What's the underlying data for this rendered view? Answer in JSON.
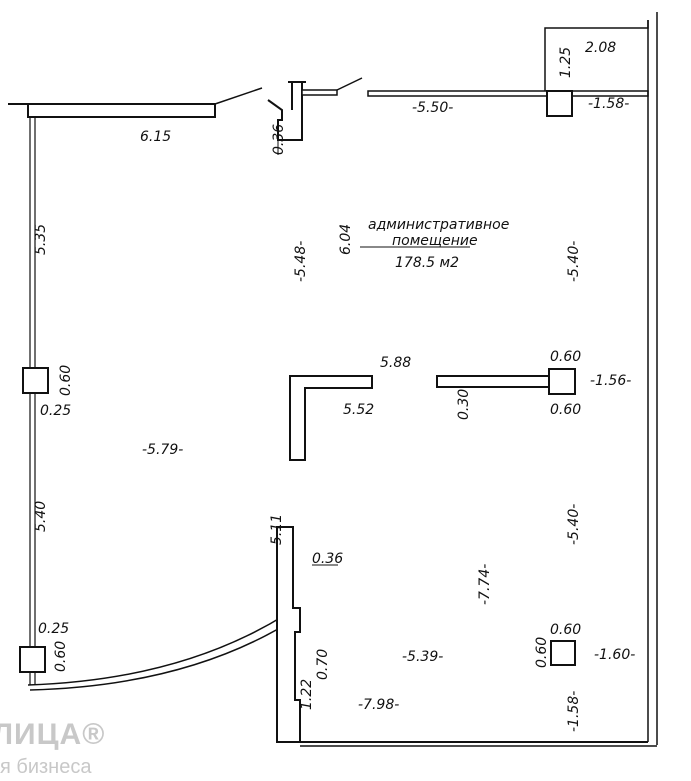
{
  "room": {
    "name_line1": "административное",
    "name_line2": "помещение",
    "area": "178.5 м2"
  },
  "dims": {
    "d208": "2.08",
    "d125": "1.25",
    "d158a": "-1.58-",
    "d615": "6.15",
    "d036a": "0.36",
    "d550": "-5.50-",
    "d535": "5.35",
    "d548": "-5.48-",
    "d604": "6.04",
    "d540a": "-5.40-",
    "d588": "5.88",
    "d060a": "0.60",
    "d156": "-1.56-",
    "d060b": "0.60",
    "d025a": "0.25",
    "d552": "5.52",
    "d030": "0.30",
    "d060c": "0.60",
    "d579": "-5.79-",
    "d540b": "-5.40-",
    "d540c": "5.40",
    "d511": "5.11",
    "d036b": "0.36",
    "d774": "-7.74-",
    "d025b": "0.25",
    "d060d": "0.60",
    "d060e": "0.60",
    "d060f": "0.60",
    "d539": "-5.39-",
    "d160": "-1.60-",
    "d070": "0.70",
    "d122": "1.22",
    "d798": "-7.98-",
    "d158b": "-1.58-"
  },
  "watermark": {
    "line1": "ЛИЦА®",
    "line2": "я бизнеса"
  }
}
